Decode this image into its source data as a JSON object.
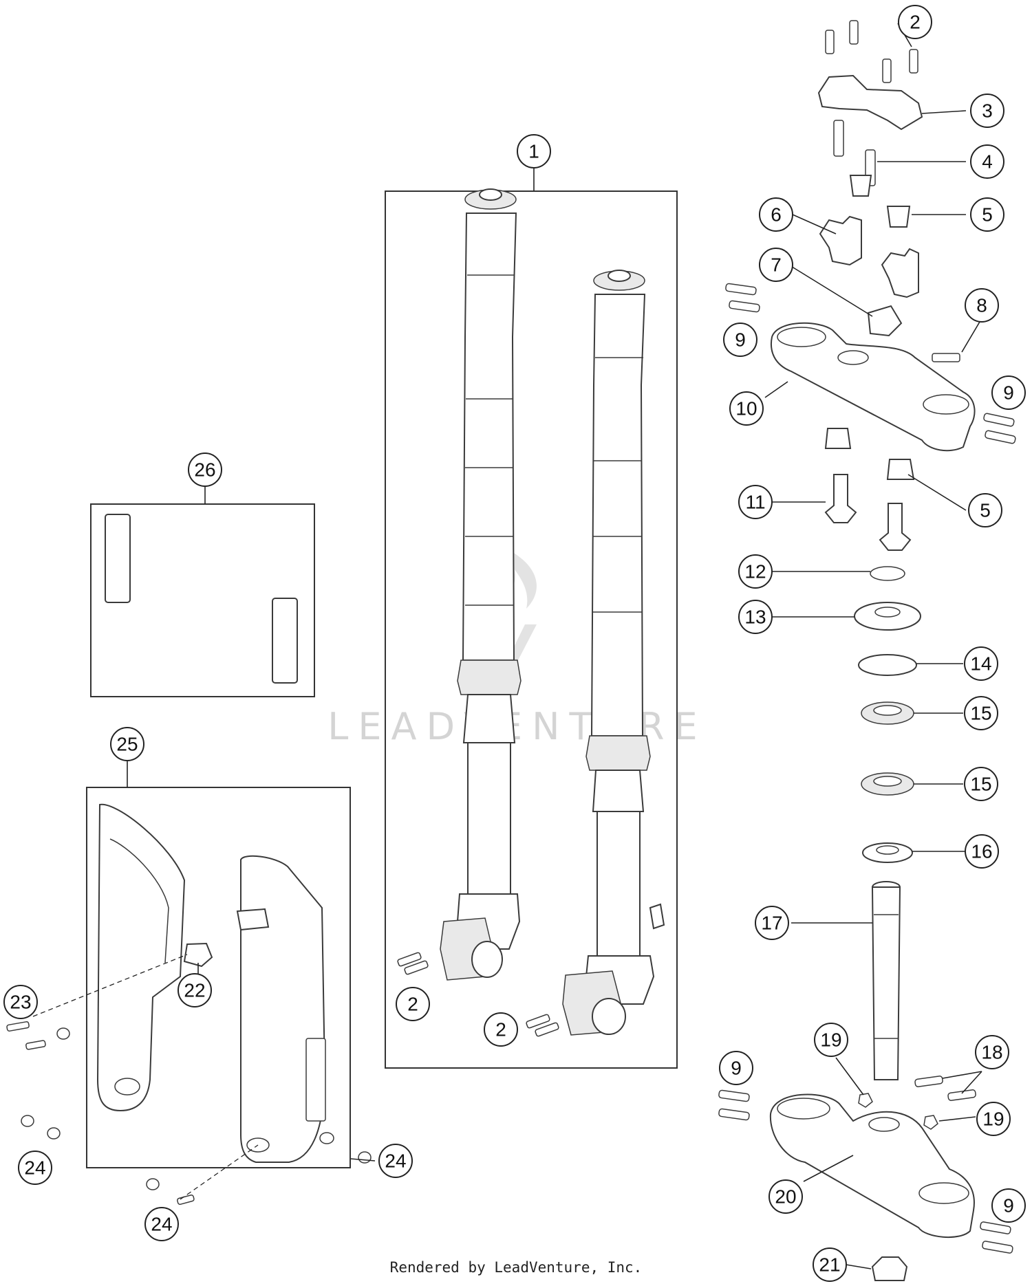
{
  "diagram": {
    "footer": "Rendered by LeadVenture, Inc.",
    "watermark": "LEADVENTURE",
    "callouts": [
      {
        "id": "c1",
        "label": "1"
      },
      {
        "id": "c2a",
        "label": "2"
      },
      {
        "id": "c2b",
        "label": "2"
      },
      {
        "id": "c2c",
        "label": "2"
      },
      {
        "id": "c3",
        "label": "3"
      },
      {
        "id": "c4",
        "label": "4"
      },
      {
        "id": "c5a",
        "label": "5"
      },
      {
        "id": "c5b",
        "label": "5"
      },
      {
        "id": "c6",
        "label": "6"
      },
      {
        "id": "c7",
        "label": "7"
      },
      {
        "id": "c8",
        "label": "8"
      },
      {
        "id": "c9a",
        "label": "9"
      },
      {
        "id": "c9b",
        "label": "9"
      },
      {
        "id": "c9c",
        "label": "9"
      },
      {
        "id": "c9d",
        "label": "9"
      },
      {
        "id": "c10",
        "label": "10"
      },
      {
        "id": "c11",
        "label": "11"
      },
      {
        "id": "c12",
        "label": "12"
      },
      {
        "id": "c13",
        "label": "13"
      },
      {
        "id": "c14",
        "label": "14"
      },
      {
        "id": "c15a",
        "label": "15"
      },
      {
        "id": "c15b",
        "label": "15"
      },
      {
        "id": "c16",
        "label": "16"
      },
      {
        "id": "c17",
        "label": "17"
      },
      {
        "id": "c18",
        "label": "18"
      },
      {
        "id": "c19a",
        "label": "19"
      },
      {
        "id": "c19b",
        "label": "19"
      },
      {
        "id": "c20",
        "label": "20"
      },
      {
        "id": "c21",
        "label": "21"
      },
      {
        "id": "c22",
        "label": "22"
      },
      {
        "id": "c23",
        "label": "23"
      },
      {
        "id": "c24a",
        "label": "24"
      },
      {
        "id": "c24b",
        "label": "24"
      },
      {
        "id": "c24c",
        "label": "24"
      },
      {
        "id": "c25",
        "label": "25"
      },
      {
        "id": "c26",
        "label": "26"
      }
    ]
  }
}
